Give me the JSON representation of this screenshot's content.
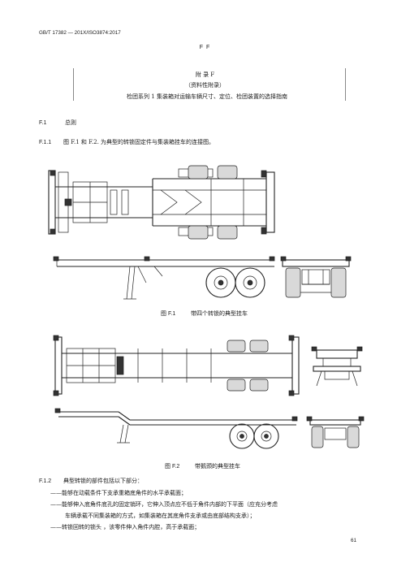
{
  "header": {
    "standard_code": "GB/T 17382 — 201X/ISO3874:2017",
    "mark": "F F"
  },
  "annex": {
    "title": "附    录    F",
    "type": "（资料性附录）",
    "subtitle": "检团系列    1 集装箱对运输车辆尺寸、定位、检团装置的选择指南"
  },
  "sections": {
    "f1_number": "F.1",
    "f1_title": "总则",
    "f11_number": "F.1.1",
    "f11_text": "图 F.1 和 F.2. 为典型的转锁固定件与集装箱挂车的连接图。",
    "f12_number": "F.1.2",
    "f12_text": "典型转锁的部件包括以下部分：",
    "items": [
      "——能够在动载条件下支承重箱底角件的水平承载面；",
      "——能够伸入底角件底孔的固定销环，它伸入顶点应不低于角件内部的下平面（应充分考虑",
      "车辆承载不同集装箱的方式，如集装箱在其底角件支承或由底部结构支承）；",
      "——转锁回转的锁头    ，该零件伸入角件内腔，高于承载面；"
    ]
  },
  "figures": {
    "fig1_label": "图 F.1",
    "fig1_caption": "带四个转锁的典型挂车",
    "fig2_label": "图 F.2",
    "fig2_caption": "带鹅颈的典型挂车"
  },
  "footer": {
    "page_number": "61"
  }
}
